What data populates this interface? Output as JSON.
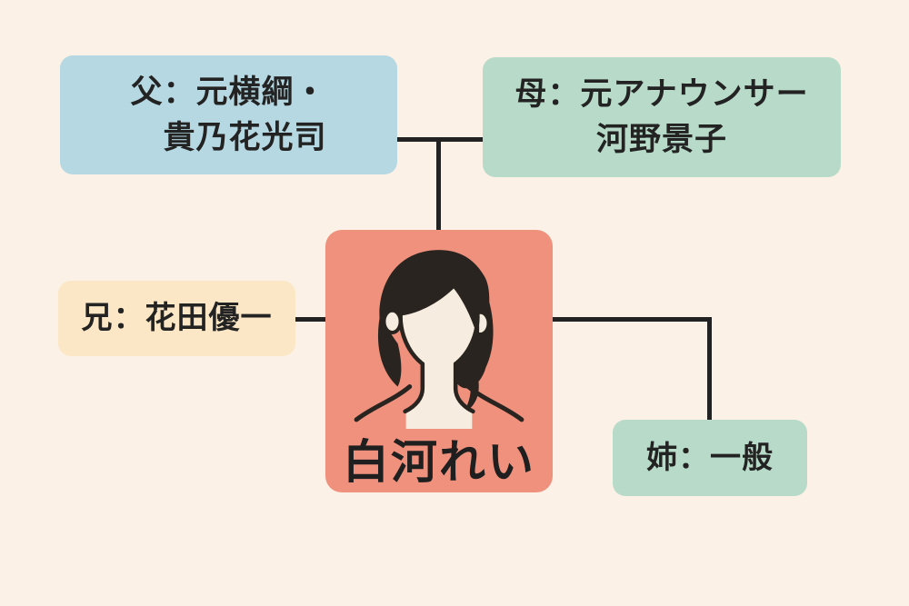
{
  "diagram": {
    "background_color": "#fbf1e6",
    "connector_color": "#222222",
    "text_color": "#232323",
    "nodes": {
      "father": {
        "role": "父",
        "line1": "父：元横綱・",
        "line2": "　貴乃花光司",
        "color": "#b5d8e2"
      },
      "mother": {
        "role": "母",
        "line1": "母：元アナウンサー",
        "line2": "河野景子",
        "color": "#b7dbc8"
      },
      "brother": {
        "role": "兄",
        "label": "兄：花田優一",
        "color": "#fbe7c5"
      },
      "sister": {
        "role": "姉",
        "label": "姉：一般",
        "color": "#b7dbc8"
      },
      "person": {
        "name": "白河れい",
        "color": "#f0917e",
        "avatar_icon": "woman-avatar-icon",
        "avatar_face_color": "#f6ecdf",
        "avatar_hair_color": "#29241f"
      }
    },
    "edges": [
      {
        "from": "father",
        "to": "mother",
        "type": "couple"
      },
      {
        "from": "couple",
        "to": "person",
        "type": "parent-child"
      },
      {
        "from": "brother",
        "to": "person",
        "type": "sibling"
      },
      {
        "from": "person",
        "to": "sister",
        "type": "sibling"
      }
    ]
  }
}
